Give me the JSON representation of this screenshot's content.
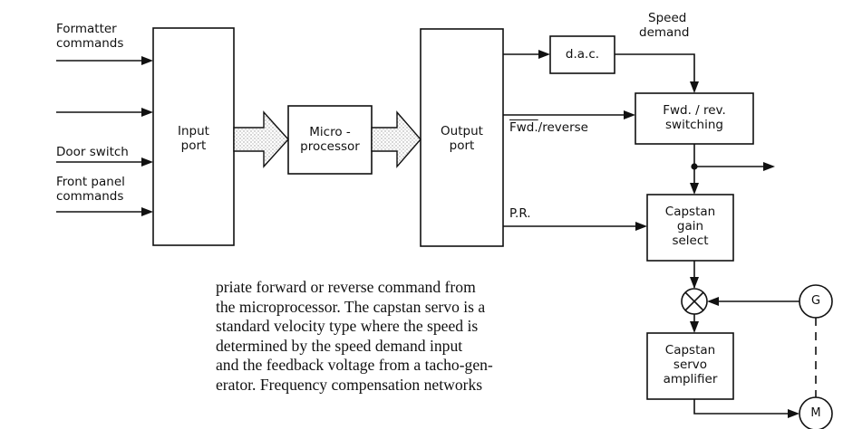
{
  "diagram": {
    "inputs": {
      "formatter": [
        "Formatter",
        "commands"
      ],
      "door": "Door switch",
      "front_panel": [
        "Front panel",
        "commands"
      ]
    },
    "blocks": {
      "input_port": [
        "Input",
        "port"
      ],
      "microprocessor": [
        "Micro -",
        "processor"
      ],
      "output_port": [
        "Output",
        "port"
      ],
      "dac": "d.a.c.",
      "switching": [
        "Fwd. / rev.",
        "switching"
      ],
      "gain": [
        "Capstan",
        "gain",
        "select"
      ],
      "amplifier": [
        "Capstan",
        "servo",
        "amplifier"
      ]
    },
    "signals": {
      "speed_demand": [
        "Speed",
        "demand"
      ],
      "fwd_reverse_overlined": "Fwd.",
      "fwd_reverse_rest": "/reverse",
      "pr": "P.R."
    },
    "circles": {
      "generator": "G",
      "motor": "M"
    }
  },
  "text": {
    "lines": [
      "priate forward or reverse command from",
      "the microprocessor. The capstan servo is a",
      "standard velocity type where the speed is",
      "determined by the speed demand input",
      "and the feedback voltage from a tacho-gen-",
      "erator. Frequency compensation networks"
    ]
  }
}
